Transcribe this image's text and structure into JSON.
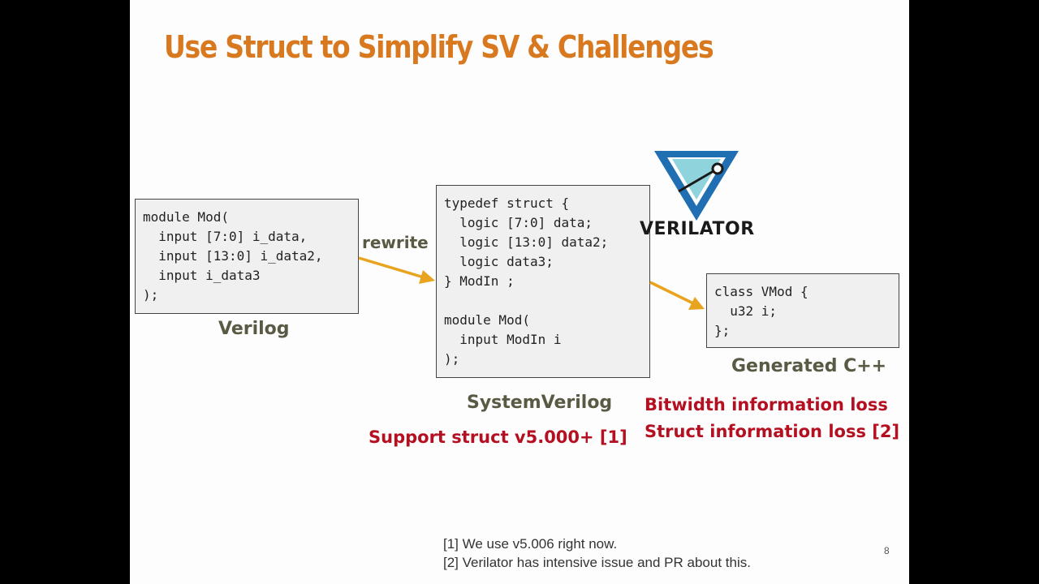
{
  "slide": {
    "title": "Use Struct to Simplify SV & Challenges",
    "page_number": "8"
  },
  "code": {
    "verilog": "module Mod(\n  input [7:0] i_data,\n  input [13:0] i_data2,\n  input i_data3\n);",
    "systemverilog": "typedef struct {\n  logic [7:0] data;\n  logic [13:0] data2;\n  logic data3;\n} ModIn ;\n\nmodule Mod(\n  input ModIn i\n);",
    "cpp": "class VMod {\n  u32 i;\n};"
  },
  "labels": {
    "verilog": "Verilog",
    "rewrite": "rewrite",
    "systemverilog": "SystemVerilog",
    "cpp": "Generated C++",
    "support": "Support struct v5.000+ [1]",
    "loss_bitwidth": "Bitwidth information loss",
    "loss_struct": "Struct information loss [2]"
  },
  "logo": {
    "text": "VERILATOR",
    "icon": "verilator-v-logo"
  },
  "footnotes": [
    "[1] We use v5.006 right now.",
    "[2] Verilator has intensive issue and PR about this."
  ],
  "colors": {
    "title": "#d9791f",
    "arrow": "#e8a41f",
    "label_olive": "#5a5a44",
    "label_red": "#b51021",
    "logo_blue": "#1f6fb2"
  }
}
